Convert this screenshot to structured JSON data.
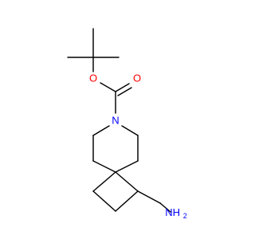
{
  "molecule": {
    "atom_labels": {
      "carbonyl_oxygen": "O",
      "ester_oxygen": "O",
      "ring_nitrogen": "N",
      "amine_nh": "NH",
      "amine_h_subscript": "2"
    },
    "colors": {
      "bond": "#000000",
      "oxygen": "#ff0000",
      "nitrogen": "#0000ff"
    }
  }
}
